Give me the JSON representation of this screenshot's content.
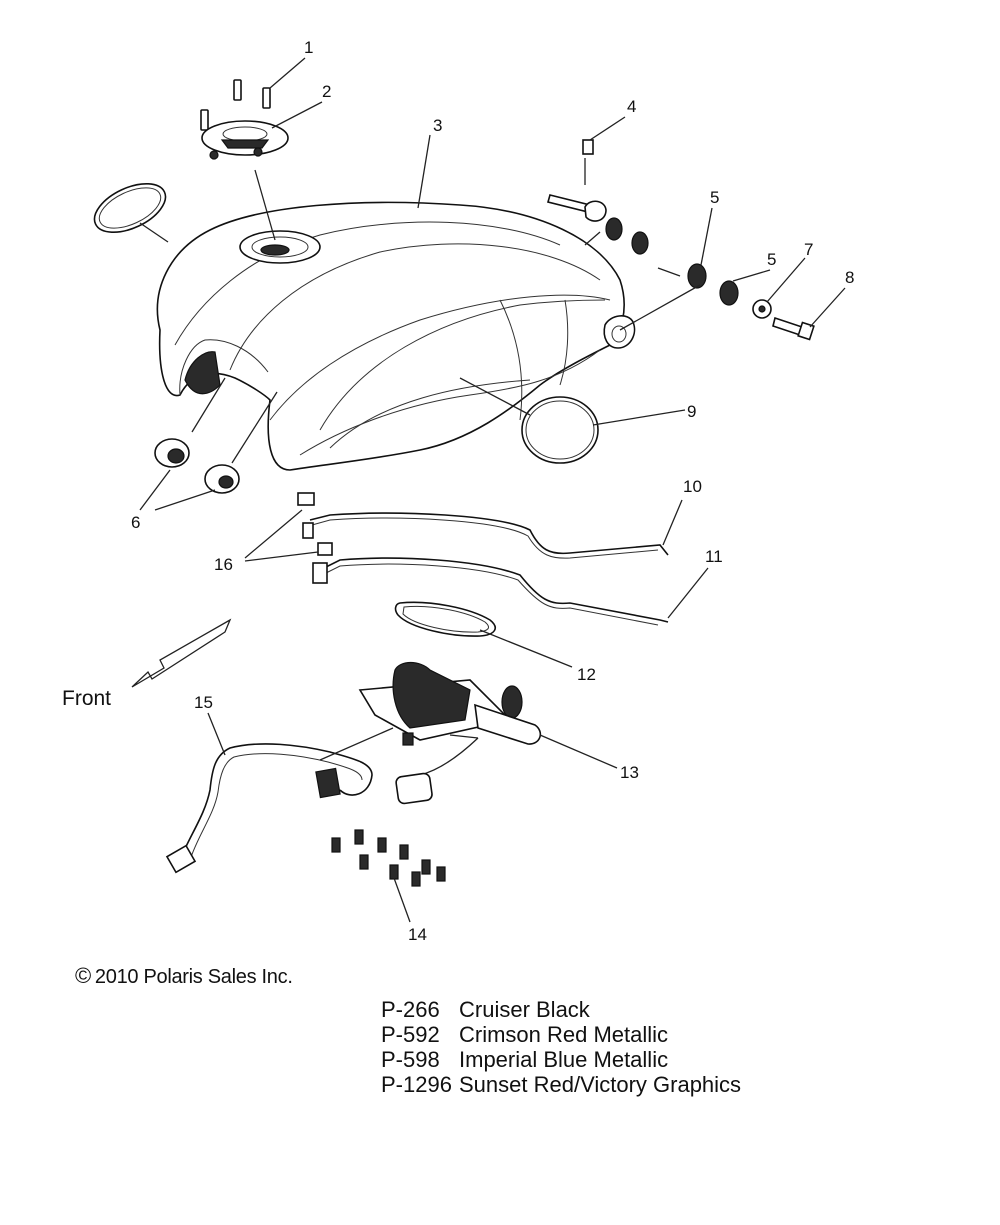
{
  "callouts": [
    {
      "id": "1",
      "label": "1"
    },
    {
      "id": "2",
      "label": "2"
    },
    {
      "id": "3",
      "label": "3"
    },
    {
      "id": "4",
      "label": "4"
    },
    {
      "id": "5a",
      "label": "5"
    },
    {
      "id": "5b",
      "label": "5"
    },
    {
      "id": "7",
      "label": "7"
    },
    {
      "id": "8",
      "label": "8"
    },
    {
      "id": "9",
      "label": "9"
    },
    {
      "id": "6",
      "label": "6"
    },
    {
      "id": "10",
      "label": "10"
    },
    {
      "id": "11",
      "label": "11"
    },
    {
      "id": "16",
      "label": "16"
    },
    {
      "id": "12",
      "label": "12"
    },
    {
      "id": "15",
      "label": "15"
    },
    {
      "id": "13",
      "label": "13"
    },
    {
      "id": "14",
      "label": "14"
    }
  ],
  "front_label": "Front",
  "copyright": {
    "symbol": "©",
    "text": "2010 Polaris Sales Inc."
  },
  "paint_codes": [
    {
      "code": "P-266",
      "name": "Cruiser Black"
    },
    {
      "code": "P-592",
      "name": "Crimson Red Metallic"
    },
    {
      "code": "P-598",
      "name": "Imperial Blue Metallic"
    },
    {
      "code": "P-1296",
      "name": "Sunset Red/Victory Graphics"
    }
  ]
}
